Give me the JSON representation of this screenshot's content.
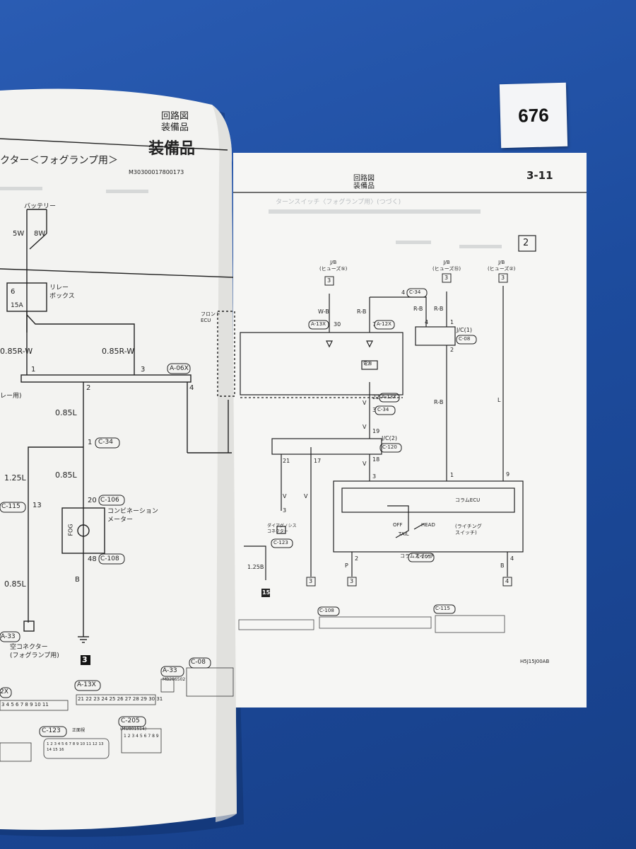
{
  "sticker": {
    "number": "676"
  },
  "left_page": {
    "header_title": "回路図",
    "header_subtitle": "装備品",
    "big_title": "装備品",
    "section_title": "クター＜フォグランプ用＞",
    "doc_code": "M30300017800173",
    "labels": {
      "battery": "バッテリー",
      "fuse_5w": "5W",
      "fuse_8w": "8W",
      "fuse_no": "6",
      "fuse_15a": "15A",
      "relay_box": "リレー\nボックス",
      "front_ecu": "フロント\nECU",
      "wire_085rw_left": "0.85R-W",
      "wire_085rw_right": "0.85R-W",
      "pin_1": "1",
      "pin_2": "2",
      "pin_3": "3",
      "pin_4": "4",
      "conn_a06x": "A-06X",
      "relay_label": "レー用)",
      "wire_085l_top": "0.85L",
      "pin_c34": "1",
      "conn_c34": "C-34",
      "wire_125l": "1.25L",
      "wire_085l_mid": "0.85L",
      "conn_c115": "C-115",
      "pin_13": "13",
      "pin_20": "20",
      "conn_c106": "C-106",
      "combination_meter": "コンビネーション\nメーター",
      "fog_label": "FOG",
      "pin_48": "48",
      "conn_c108": "C-108",
      "wire_085l_bottom": "0.85L",
      "wire_b": "B",
      "conn_a33": "A-33",
      "empty_connector": "空コネクター\n(フォグランプ用)",
      "ground_no": "3",
      "bottom_conns": [
        "A-13X",
        "C-123",
        "C-205",
        "A-33",
        "C-08",
        "2X"
      ],
      "a13x_pins": "21 22 23 24 25 26 27 28 29 30 31",
      "left_pins_row": "3 4 5 6 7 8 9 10 11",
      "c123_pins": "1 2 3 4 5 6 7 8 9 10 11 12 13 14 15 16",
      "c205_pins": "1 2 3 4 5 6 7 8 9",
      "mb_code": "MB286502",
      "c205_code": "(MU801514)",
      "c123_front": "正面視"
    }
  },
  "right_page": {
    "header_title": "回路図",
    "header_subtitle": "装備品",
    "page_number": "3-11",
    "box_number": "2",
    "labels": {
      "jb_1": "J/B\n(ヒューズ⑤)",
      "jb_2": "J/B\n(ヒューズ⑯)",
      "jb_3": "J/B\n(ヒューズ②)",
      "jb_num_1": "3",
      "jb_num_2": "3",
      "jb_num_3": "3",
      "wire_wb": "W-B",
      "wire_rb_1": "R-B",
      "wire_rb_2": "R-B",
      "wire_rb_3": "R-B",
      "wire_rb_4": "R-B",
      "pin_30": "30",
      "pin_7": "7",
      "conn_a13x": "A-13X",
      "conn_a12x": "A-12X",
      "pin_4_c34": "4",
      "conn_c34_top": "C-34",
      "pin_4": "4",
      "pin_1_jc": "1",
      "jc1_label": "J/C(1)",
      "conn_c08": "C-08",
      "pin_2_jc": "2",
      "power_label": "電源",
      "pin_22": "22",
      "conn_a13x_2": "A-13X",
      "pin_3_c34": "3",
      "conn_c34_mid": "C-34",
      "wire_v_1": "V",
      "wire_v_2": "V",
      "wire_v_3": "V",
      "wire_v_4": "V",
      "wire_v_5": "V",
      "pin_19": "19",
      "jc2_label": "J/C(2)",
      "conn_c120": "C-120",
      "pin_21": "21",
      "pin_17": "17",
      "pin_18": "18",
      "wire_l": "L",
      "pin_3_col": "3",
      "pin_1_col": "1",
      "pin_9_col": "9",
      "column_ecu": "コラムECU",
      "off_label": "OFF",
      "head_label": "HEAD",
      "tail_label": "TAIL",
      "lighting_switch": "(ライチング\nスイッチ)",
      "diag_connector": "ダイアグノシス\nコネクター",
      "pin_3_diag": "3",
      "conn_c123": "C-123",
      "column_switch": "コラムスイッチ",
      "conn_c205": "C-205",
      "wire_p": "P",
      "pin_2_sw": "2",
      "pin_4_sw": "4",
      "wire_b_sw": "B",
      "wire_125b": "1.25B",
      "ground_15": "15",
      "gnd_3a": "3",
      "gnd_3b": "3",
      "gnd_3c": "3",
      "gnd_4": "4",
      "conn_c108": "C-108",
      "conn_c115": "C-115",
      "figure_code": "H5J15J00AB",
      "ghost_title": "ターンスイッチ〈フォグランプ用〉(つづく)"
    }
  },
  "colors": {
    "background": "#1f4fa0",
    "page_left": "#f3f3f1",
    "page_right": "#f6f6f4",
    "ink": "#222222",
    "ghost_ink": "#b9bdc0"
  }
}
